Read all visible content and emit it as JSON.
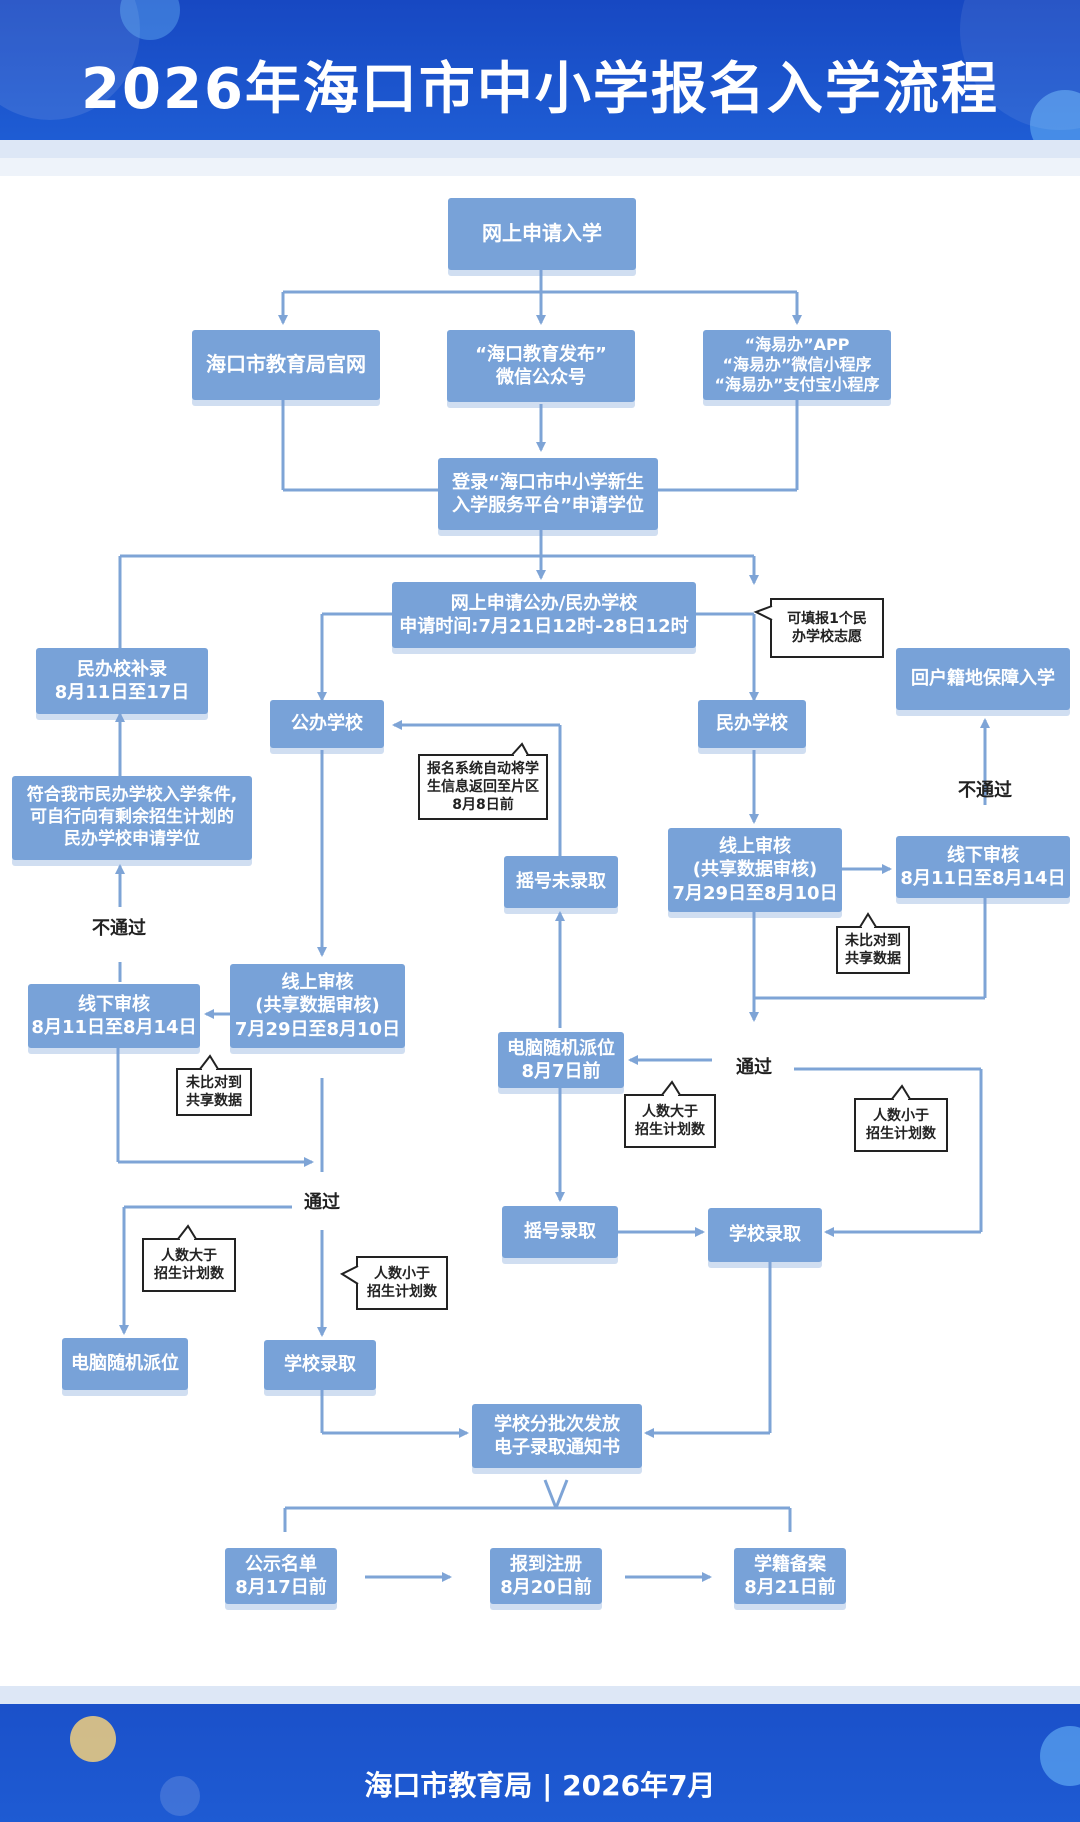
{
  "title": "2026年海口市中小学报名入学流程",
  "footer": "海口市教育局 | 2026年7月",
  "colors": {
    "header": "#1748c2",
    "box": "#78a2d8",
    "line": "#7ea4d6",
    "note_border": "#222222"
  },
  "nodes": {
    "apply_online": [
      "网上申请入学"
    ],
    "bureau_site": [
      "海口市教育局官网"
    ],
    "wechat_account": [
      "“海口教育发布”",
      "微信公众号"
    ],
    "haiyiban": [
      "“海易办”APP",
      "“海易办”微信小程序",
      "“海易办”支付宝小程序"
    ],
    "login_platform": [
      "登录“海口市中小学新生",
      "入学服务平台”申请学位"
    ],
    "apply_school": [
      "网上申请公办/民办学校",
      "申请时间:7月21日12时-28日12时"
    ],
    "private_supplement": [
      "民办校补录",
      "8月11日至17日"
    ],
    "private_condition": [
      "符合我市民办学校入学条件,",
      "可自行向有剩余招生计划的",
      "民办学校申请学位"
    ],
    "public_school": [
      "公办学校"
    ],
    "private_school": [
      "民办学校"
    ],
    "return_hukou": [
      "回户籍地保障入学"
    ],
    "offline_review_left": [
      "线下审核",
      "8月11日至8月14日"
    ],
    "online_review_left": [
      "线上审核",
      "(共享数据审核)",
      "7月29日至8月10日"
    ],
    "lottery_fail": [
      "摇号未录取"
    ],
    "online_review_right": [
      "线上审核",
      "(共享数据审核)",
      "7月29日至8月10日"
    ],
    "offline_review_right": [
      "线下审核",
      "8月11日至8月14日"
    ],
    "computer_assign_mid": [
      "电脑随机派位",
      "8月7日前"
    ],
    "lottery_admit": [
      "摇号录取"
    ],
    "school_admit_right": [
      "学校录取"
    ],
    "computer_assign_left": [
      "电脑随机派位"
    ],
    "school_admit_left": [
      "学校录取"
    ],
    "notice": [
      "学校分批次发放",
      "电子录取通知书"
    ],
    "publicity": [
      "公示名单",
      "8月17日前"
    ],
    "register": [
      "报到注册",
      "8月20日前"
    ],
    "filing": [
      "学籍备案",
      "8月21日前"
    ]
  },
  "notes": {
    "one_private": [
      "可填报1个民",
      "办学校志愿"
    ],
    "return_info": [
      "报名系统自动将学",
      "生信息返回至片区",
      "8月8日前"
    ],
    "unmatched_right": [
      "未比对到",
      "共享数据"
    ],
    "unmatched_left": [
      "未比对到",
      "共享数据"
    ],
    "more_mid": [
      "人数大于",
      "招生计划数"
    ],
    "less_right": [
      "人数小于",
      "招生计划数"
    ],
    "more_left": [
      "人数大于",
      "招生计划数"
    ],
    "less_left": [
      "人数小于",
      "招生计划数"
    ]
  },
  "labels": {
    "fail_left": "不通过",
    "fail_right": "不通过",
    "pass_right": "通过",
    "pass_left": "通过"
  }
}
